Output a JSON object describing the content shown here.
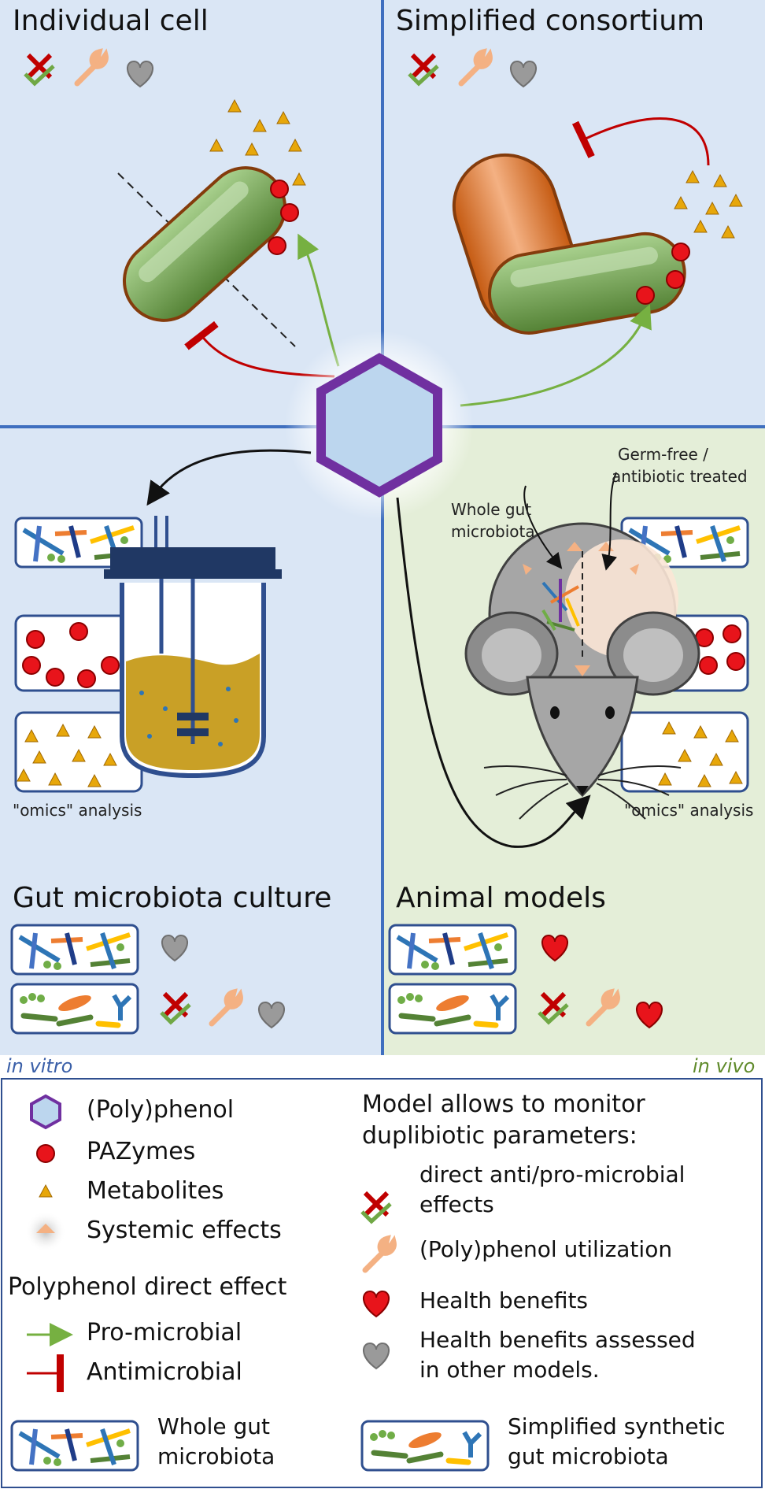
{
  "quadrants": {
    "individual_cell": {
      "title": "Individual cell"
    },
    "simplified_consortium": {
      "title": "Simplified consortium"
    },
    "gut_culture": {
      "title": "Gut microbiota culture",
      "omics": "\"omics\" analysis"
    },
    "animal_models": {
      "title": "Animal models",
      "omics": "\"omics\" analysis",
      "germfree": "Germ-free /",
      "germfree2": "antibiotic treated",
      "whole_gut": "Whole gut",
      "whole_gut2": "microbiota"
    }
  },
  "side_labels": {
    "in_vitro": "in vitro",
    "in_vivo": "in vivo"
  },
  "legend": {
    "polyphenol": "(Poly)phenol",
    "pazymes": "PAZymes",
    "metabolites": "Metabolites",
    "systemic": "Systemic effects",
    "direct_effect_title": "Polyphenol direct effect",
    "pro_microbial": "Pro-microbial",
    "antimicrobial": "Antimicrobial",
    "monitor_title_1": "Model allows to monitor",
    "monitor_title_2": "duplibiotic parameters:",
    "direct_anti_1": "direct anti/pro-microbial",
    "direct_anti_2": "effects",
    "utilization": "(Poly)phenol utilization",
    "health": "Health benefits",
    "health_other_1": "Health benefits assessed",
    "health_other_2": "in other models.",
    "whole_gut_1": "Whole gut",
    "whole_gut_2": "microbiota",
    "synthetic_1": "Simplified synthetic",
    "synthetic_2": "gut microbiota"
  },
  "colors": {
    "blue_bg": "#dae6f5",
    "green_bg": "#e4eed8",
    "divider": "#3f6fbf",
    "polyphenol_fill": "#bcd6ee",
    "polyphenol_stroke": "#7030a0",
    "bacteria_green": "#70a845",
    "bacteria_orange": "#e07b2a",
    "pazyme_red": "#e8141b",
    "metabolite_yellow": "#e7a70a",
    "pro_arrow": "#76b041",
    "anti_arrow": "#c00000",
    "heart_red": "#e8141b",
    "heart_gray": "#9a9a9a",
    "wrench": "#f4b183"
  }
}
